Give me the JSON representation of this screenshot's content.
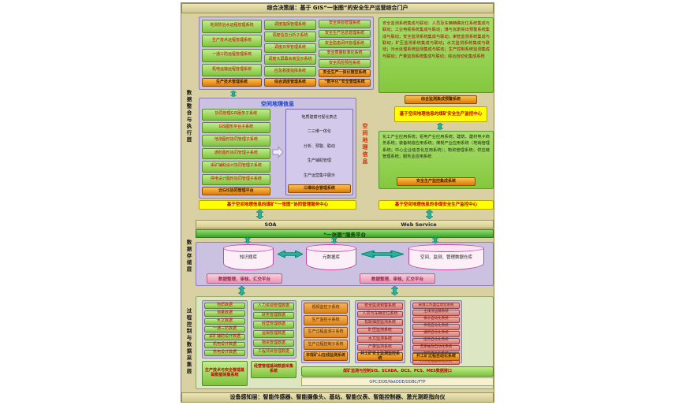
{
  "title": "综合决策层：基于 GIS“一张图”的安全生产运营综合门户",
  "device_layer": "设备感知层：智能传感器、智能摄像头、基站、智能仪表、智能控制器、激光测距指向仪",
  "layers": {
    "exec": "数据整合与执行层",
    "storage": "数据存储层",
    "acquisition": "过程控制与数据采集层"
  },
  "exec": {
    "tech": {
      "items": [
        "地测防治水远程管理系统",
        "生产技术远程管理系统",
        "一通三防远程管理系统",
        "机电运输远程管理系统"
      ],
      "footer": "生产技术管理系统"
    },
    "dispatch": {
      "items": [
        "调度指挥管理系统",
        "调度信息分析子系统",
        "调度日常管理系统",
        "调度大屏幕会商显示系统",
        "应急救援指挥系统"
      ],
      "footer": "综合调度管理系统"
    },
    "safety": {
      "items": [
        "安全目标管理系统",
        "安全生产信息管理系统",
        "安全隐患闭环管理系统",
        "安全质量标准化系统",
        "安全风险预控系统"
      ],
      "footer1": "安全生产一体化管控系统",
      "footer2": "“数字化”安全管理系统"
    },
    "monitor": {
      "text": "安全监测系统集成与联动：人员及车辆精确定位系统集成与联动；工业电视系统集成与联动；煤与瓦斯突出预警系统集成与联动；安全监测系统集成与联动；束管监测系统集成与联动；矿压监测系统集成与联动；水文监测系统集成与联动；污水处理系统监测集成与联动；生产控制系统监测集成与联动；产量监测系统集成与联动；综合自动化集成系统",
      "footer": "综合监测集成预警系统",
      "yellow": "基于空间地理信息的煤矿安全生产监控中心"
    },
    "gis": {
      "title": "空间地理信息",
      "items": [
        "协同管理GIS服务子系统",
        "GIS图形平台子系统",
        "地测图形协同管理子系统",
        "通防图形协同管理子系统",
        "采矿辅助设计协同管理子系统",
        "供电设计图形协同管理子系统"
      ],
      "footer": "云GIS协同管理平台",
      "right_items": [
        "地质建模可视化表达",
        "二三维一体化",
        "分析、预警、联动",
        "生产辅助管理",
        "生产运营集中展示"
      ],
      "right_footer": "三维综合管理系统",
      "vertical_label": "空间地理信息"
    },
    "industry": {
      "text": "化工产业应用系统；铝电产业应用系统；建筑、建材电子商务系统；装备制造应用系统；煤炭产业应用系统（地销管理系统；中心企业信息化应用系统）；物资管理系统；供应链管理系统；服务业应用系统",
      "footer": "安全生产监控集成系统"
    },
    "yellow_left": "基于空间地理信息的煤矿“一张图”协同管理服务中心",
    "yellow_right": "基于空间地理信息的非煤安全生产监控中心"
  },
  "bus": {
    "soa": "SOA",
    "web_service": "Web Service",
    "platform": "“一张图”服务平台"
  },
  "storage": {
    "databases": [
      "知识题库",
      "元数据库",
      "空间、监测、管理数据仓库"
    ],
    "bars": [
      "数据整理、审核、汇交平台",
      "数据整理、审核、汇交平台"
    ]
  },
  "acquisition": {
    "geo": {
      "items": [
        "地质数据",
        "测量数据",
        "水文数据",
        "一通三防数据",
        "采矿辅助设计数据",
        "机电设计数据",
        "供电设计数据"
      ],
      "footer": "生产技术与安全管理基础数据采集系统"
    },
    "mgmt": {
      "items": [
        "人力资源管理数据",
        "财务管理数据",
        "经营管理数据",
        "运销管理数据",
        "物资管理数据",
        "工程项目管理数据"
      ],
      "footer": "经营管理基础数据采集系统"
    },
    "noncoal": {
      "items": [
        "视频监控子系统",
        "生产监控子系统",
        "生产过程监测子系统",
        "生产过程控制子系统"
      ],
      "footer": "非煤矿山在线监测系统"
    },
    "mine_safety": {
      "items": [
        "安全监测预警系统",
        "人员与车辆定位系统",
        "瓦斯抽放监测系统",
        "矿压监测系统",
        "水文监测系统",
        "产量监测系统",
        "束管监测系统"
      ],
      "footer": "井工矿安全监测监控系统"
    },
    "automation": {
      "items": [
        "采煤工作面自动化系统",
        "主煤流运输系统",
        "排水自动化系统",
        "供电自动化系统",
        "通风自动化系统",
        "压风自动化系统",
        "瓦斯抽放自动化系统",
        "装车自动化系统",
        "污水处理自动化系统"
      ],
      "footer": "井工矿过程自动化系统"
    },
    "interface": {
      "line1": "煤矿监测与控制SIS、SCADA、DCS、PCS、MES数据接口",
      "line2": "OPC/DDE/NetDDE/ODBC/FTP"
    }
  },
  "colors": {
    "frame": "#d9d1a3",
    "panel_lavender": "#cbc1e0",
    "panel_green": "#92d050",
    "item_text_red": "#c00000",
    "orange": "#e2790a",
    "yellow": "#ffff00",
    "pink_bar": "#f2aec6",
    "cylinder_border": "#c2499f",
    "arrow_teal": "#27b09c",
    "platform_green": "#3ba428",
    "layer4_bg": "#dce6c3"
  }
}
